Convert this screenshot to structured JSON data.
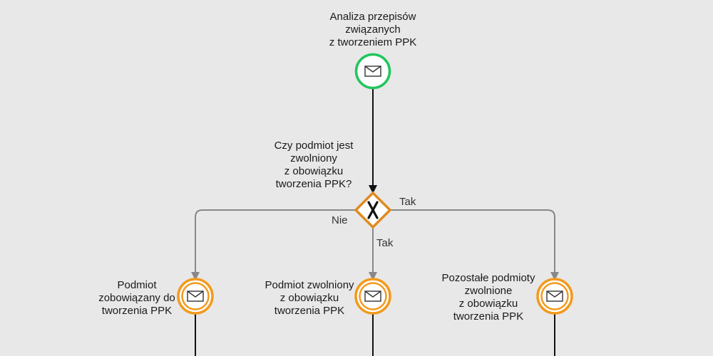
{
  "colors": {
    "background": "#e8e8e8",
    "start_event": "#22c55e",
    "intermediate_event": "#f29a1d",
    "gateway": "#e08a1e",
    "main_flow": "#111111",
    "branch_flow": "#888888"
  },
  "start_event": {
    "label_lines": [
      "Analiza przepisów",
      "związanych",
      "z tworzeniem PPK"
    ],
    "icon": "envelope-icon"
  },
  "gateway": {
    "question_lines": [
      "Czy podmiot jest",
      "zwolniony",
      "z obowiązku",
      "tworzenia PPK?"
    ],
    "icon": "x-marker-icon"
  },
  "edges": {
    "left_label": "Nie",
    "center_label": "Tak",
    "right_label": "Tak"
  },
  "events": [
    {
      "label_lines": [
        "Podmiot",
        "zobowiązany do",
        "tworzenia PPK"
      ],
      "icon": "envelope-icon"
    },
    {
      "label_lines": [
        "Podmiot zwolniony",
        "z obowiązku",
        "tworzenia PPK"
      ],
      "icon": "envelope-icon"
    },
    {
      "label_lines": [
        "Pozostałe podmioty",
        "zwolnione",
        "z obowiązku",
        "tworzenia PPK"
      ],
      "icon": "envelope-icon"
    }
  ]
}
